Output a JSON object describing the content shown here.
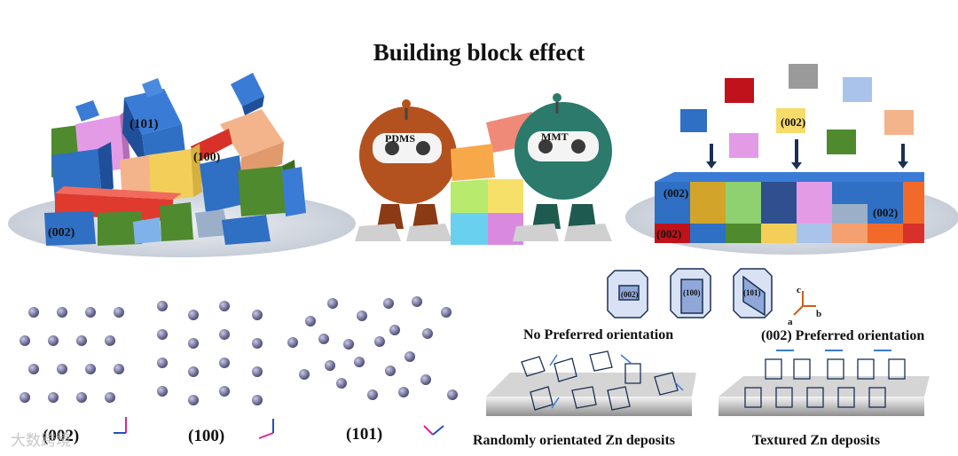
{
  "title": "Building block effect",
  "left_scene": {
    "labels": [
      "(101)",
      "(100)",
      "(002)"
    ]
  },
  "right_scene": {
    "falling_label": "(002)",
    "block_labels": [
      "(002)",
      "(002)",
      "(002)"
    ]
  },
  "robots": {
    "left_name": "PDMS",
    "right_name": "MMT"
  },
  "lattices": {
    "planes": [
      "(002)",
      "(100)",
      "(101)"
    ]
  },
  "unit_cells": {
    "planes": [
      "(002)",
      "(100)",
      "(101)"
    ],
    "axes": [
      "c",
      "a",
      "b"
    ]
  },
  "orientation": {
    "no_preferred": "No Preferred orientation",
    "preferred": "(002) Preferred orientation"
  },
  "deposits": {
    "random": "Randomly orientated Zn deposits",
    "textured": "Textured Zn deposits"
  },
  "watermark": "大数跨境",
  "colors": {
    "blue": "#2f6fc4",
    "red": "#d8312a",
    "green": "#4f8a2e",
    "yellow": "#f3cf5a",
    "pink": "#e49be6",
    "peach": "#f4b48b",
    "platform": "#d4dae3",
    "robot_left": "#b4521f",
    "robot_right": "#2b7a6c"
  }
}
